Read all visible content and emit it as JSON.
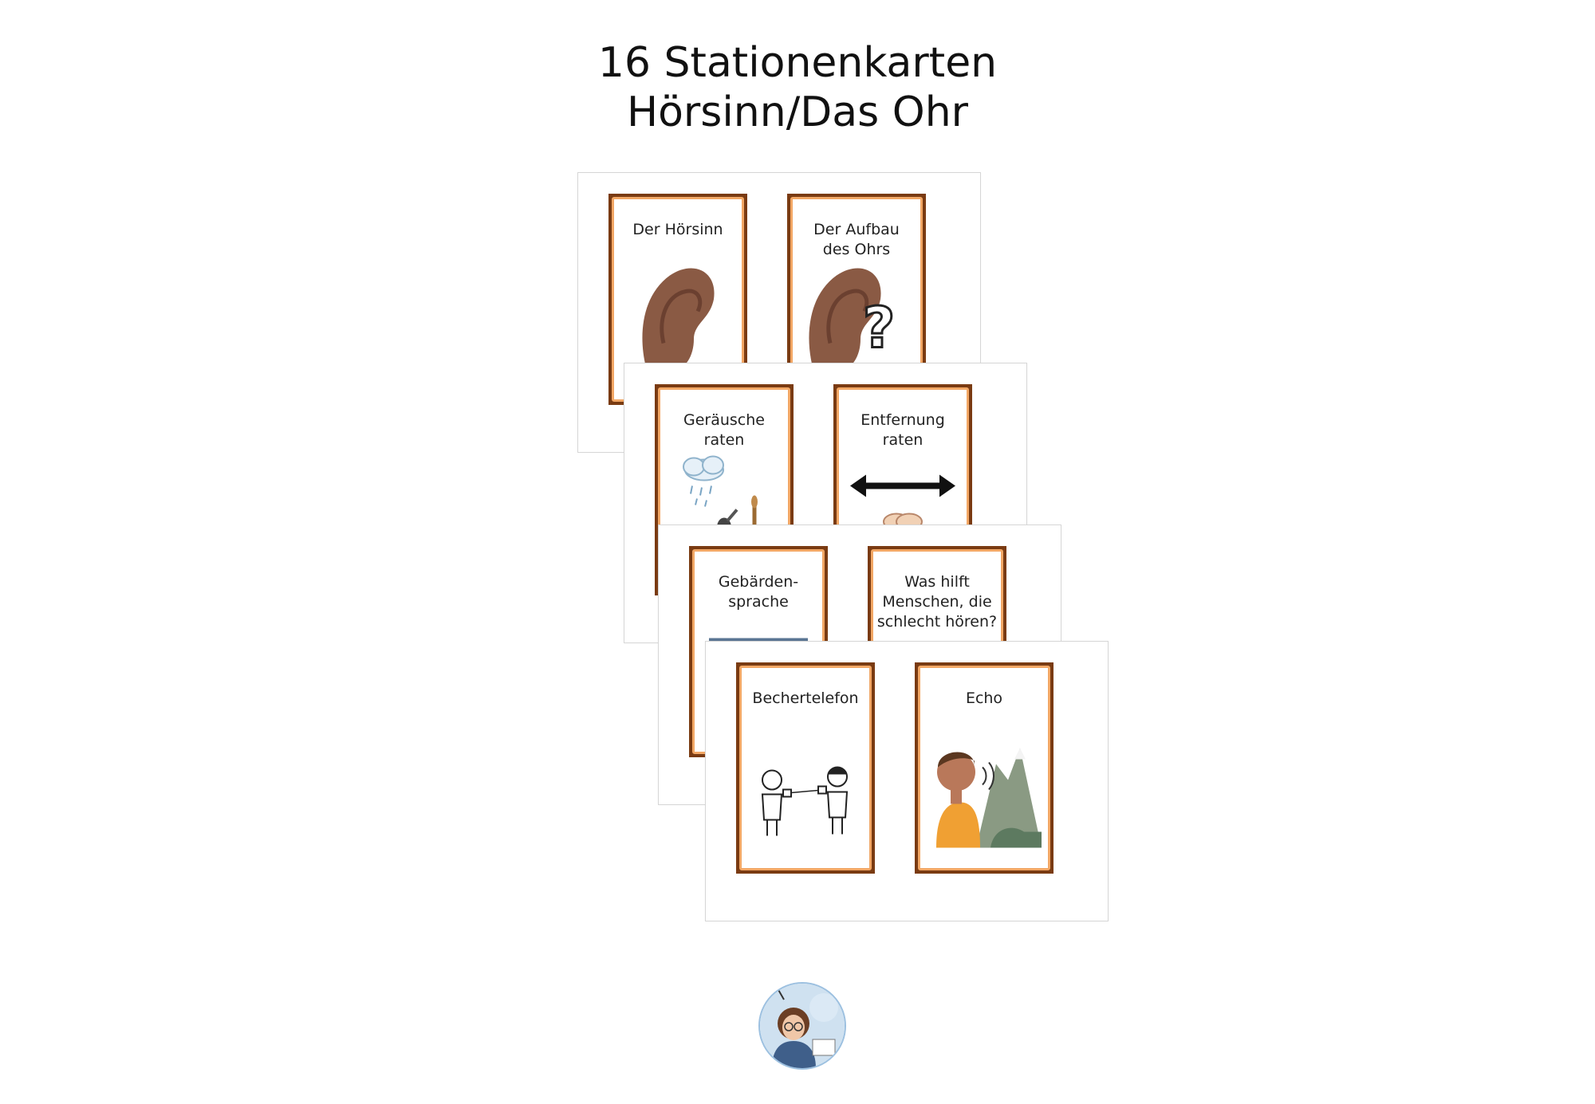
{
  "title": {
    "line1": "16 Stationenkarten",
    "line2": "Hörsinn/Das Ohr"
  },
  "colors": {
    "card_frame": "#7a3b12",
    "card_inner_border": "#f2a765",
    "ear_skin": "#8a5a44"
  },
  "sheets": [
    {
      "cards": [
        {
          "label": "Der Hörsinn",
          "icon": "ear-icon"
        },
        {
          "label": "Der Aufbau\ndes Ohrs",
          "icon": "ear-question-icon"
        }
      ]
    },
    {
      "cards": [
        {
          "label": "Geräusche\nraten",
          "icon": "rain-cloud-guitar-icon"
        },
        {
          "label": "Entfernung\nraten",
          "icon": "double-arrow-icon"
        }
      ]
    },
    {
      "cards": [
        {
          "label": "Gebärden-\nsprache",
          "icon": "sign-language-icon"
        },
        {
          "label": "Was hilft\nMenschen, die\nschlecht hören?",
          "icon": "hearing-aid-icon"
        }
      ]
    },
    {
      "cards": [
        {
          "label": "Bechertelefon",
          "icon": "cup-phone-icon"
        },
        {
          "label": "Echo",
          "icon": "echo-mountain-icon"
        }
      ]
    }
  ],
  "avatar": {
    "icon": "author-avatar-icon"
  }
}
